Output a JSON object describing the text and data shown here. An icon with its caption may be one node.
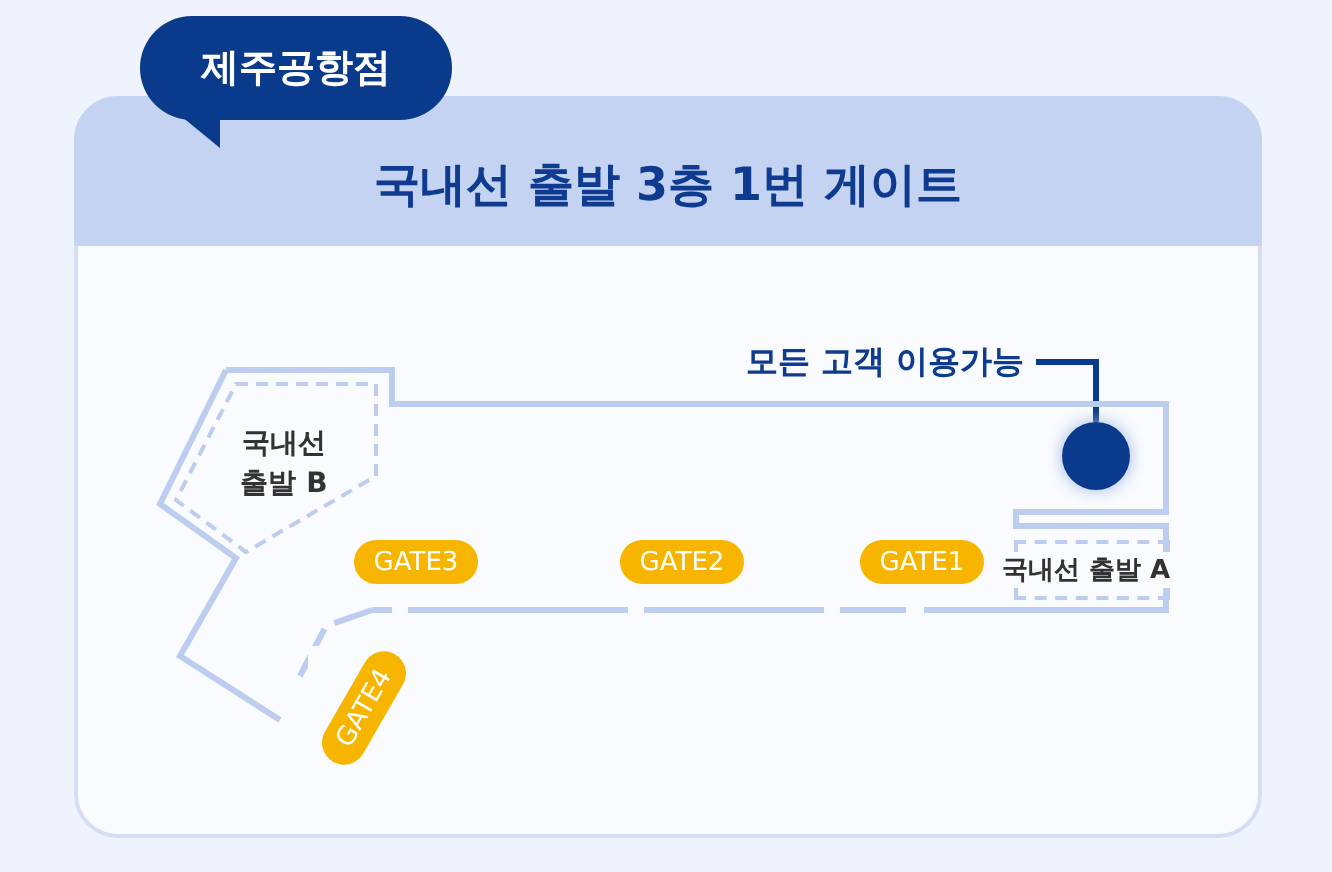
{
  "diagram": {
    "title": "국내선 출발 3층 1번 게이트",
    "nodes": [
      {
        "text": [
          "제주공항점"
        ]
      },
      {
        "text": [
          "모든 고객 이용가능"
        ]
      },
      {
        "text": [],
        "shape": "circle"
      },
      {
        "text": [
          "국내선 출발 B"
        ]
      },
      {
        "text": [
          "GATE3"
        ]
      },
      {
        "text": [
          "GATE2"
        ]
      },
      {
        "text": [
          "GATE1"
        ]
      },
      {
        "text": [
          "국내선 출발 A"
        ]
      },
      {
        "text": [
          "GATE4"
        ]
      }
    ],
    "edges": [
      {
        "from": 1,
        "to": 2,
        "arrow": "none"
      }
    ]
  }
}
